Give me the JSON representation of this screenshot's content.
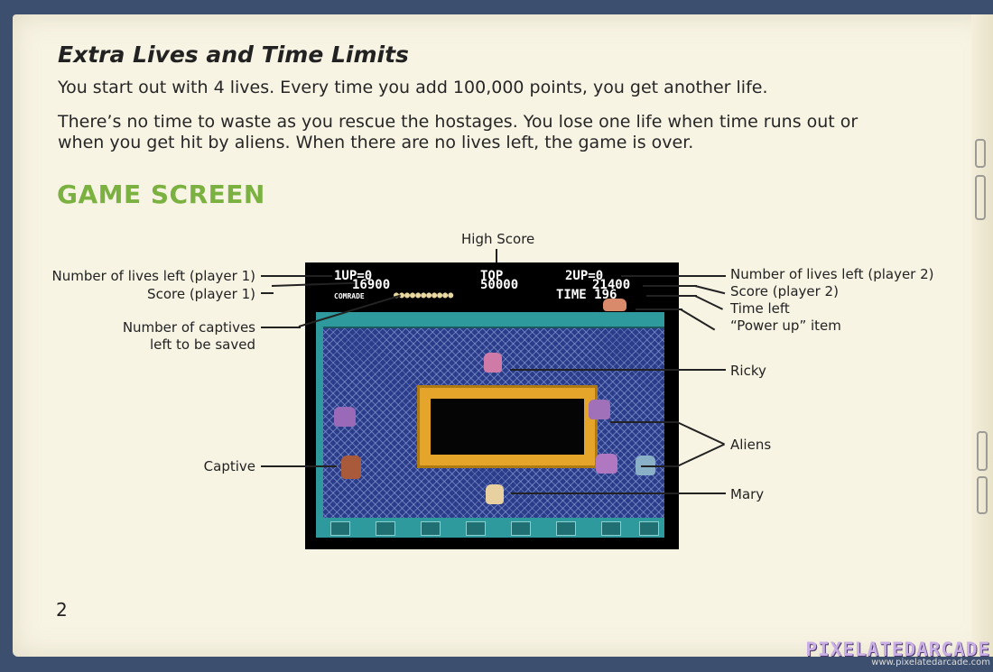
{
  "heading_extra": "Extra Lives and Time Limits",
  "para1": "You start out with 4 lives. Every time you add 100,000 points, you get another life.",
  "para2_line1": "There’s no time to waste as you rescue the hostages. You lose one life when time runs out or",
  "para2_line2": "when you get hit by aliens. When there are no lives left, the game is over.",
  "heading_game": "GAME SCREEN",
  "labels": {
    "high_score": "High Score",
    "lives_p1": "Number of lives left (player 1)",
    "score_p1": "Score (player 1)",
    "captives_1": "Number of captives",
    "captives_2": "left to be saved",
    "captive": "Captive",
    "lives_p2": "Number of lives left (player 2)",
    "score_p2": "Score (player 2)",
    "time_left": "Time left",
    "power_up": "“Power up” item",
    "ricky": "Ricky",
    "aliens": "Aliens",
    "mary": "Mary"
  },
  "hud": {
    "p1_lives": "1UP=0",
    "p1_score": "16900",
    "top_label": "TOP",
    "top_score": "50000",
    "p2_lives": "2UP=0",
    "p2_score": "21400",
    "time": "TIME 196",
    "comrade": "COMRADE",
    "captive_dots": "●●●●●●●●●●●"
  },
  "page_number": "2",
  "watermark": {
    "title": "PIXELATEDARCADE",
    "url": "www.pixelatedarcade.com"
  },
  "colors": {
    "heading_green": "#7bb140",
    "page": "#f8f4e4",
    "background": "#3d4f6e"
  }
}
